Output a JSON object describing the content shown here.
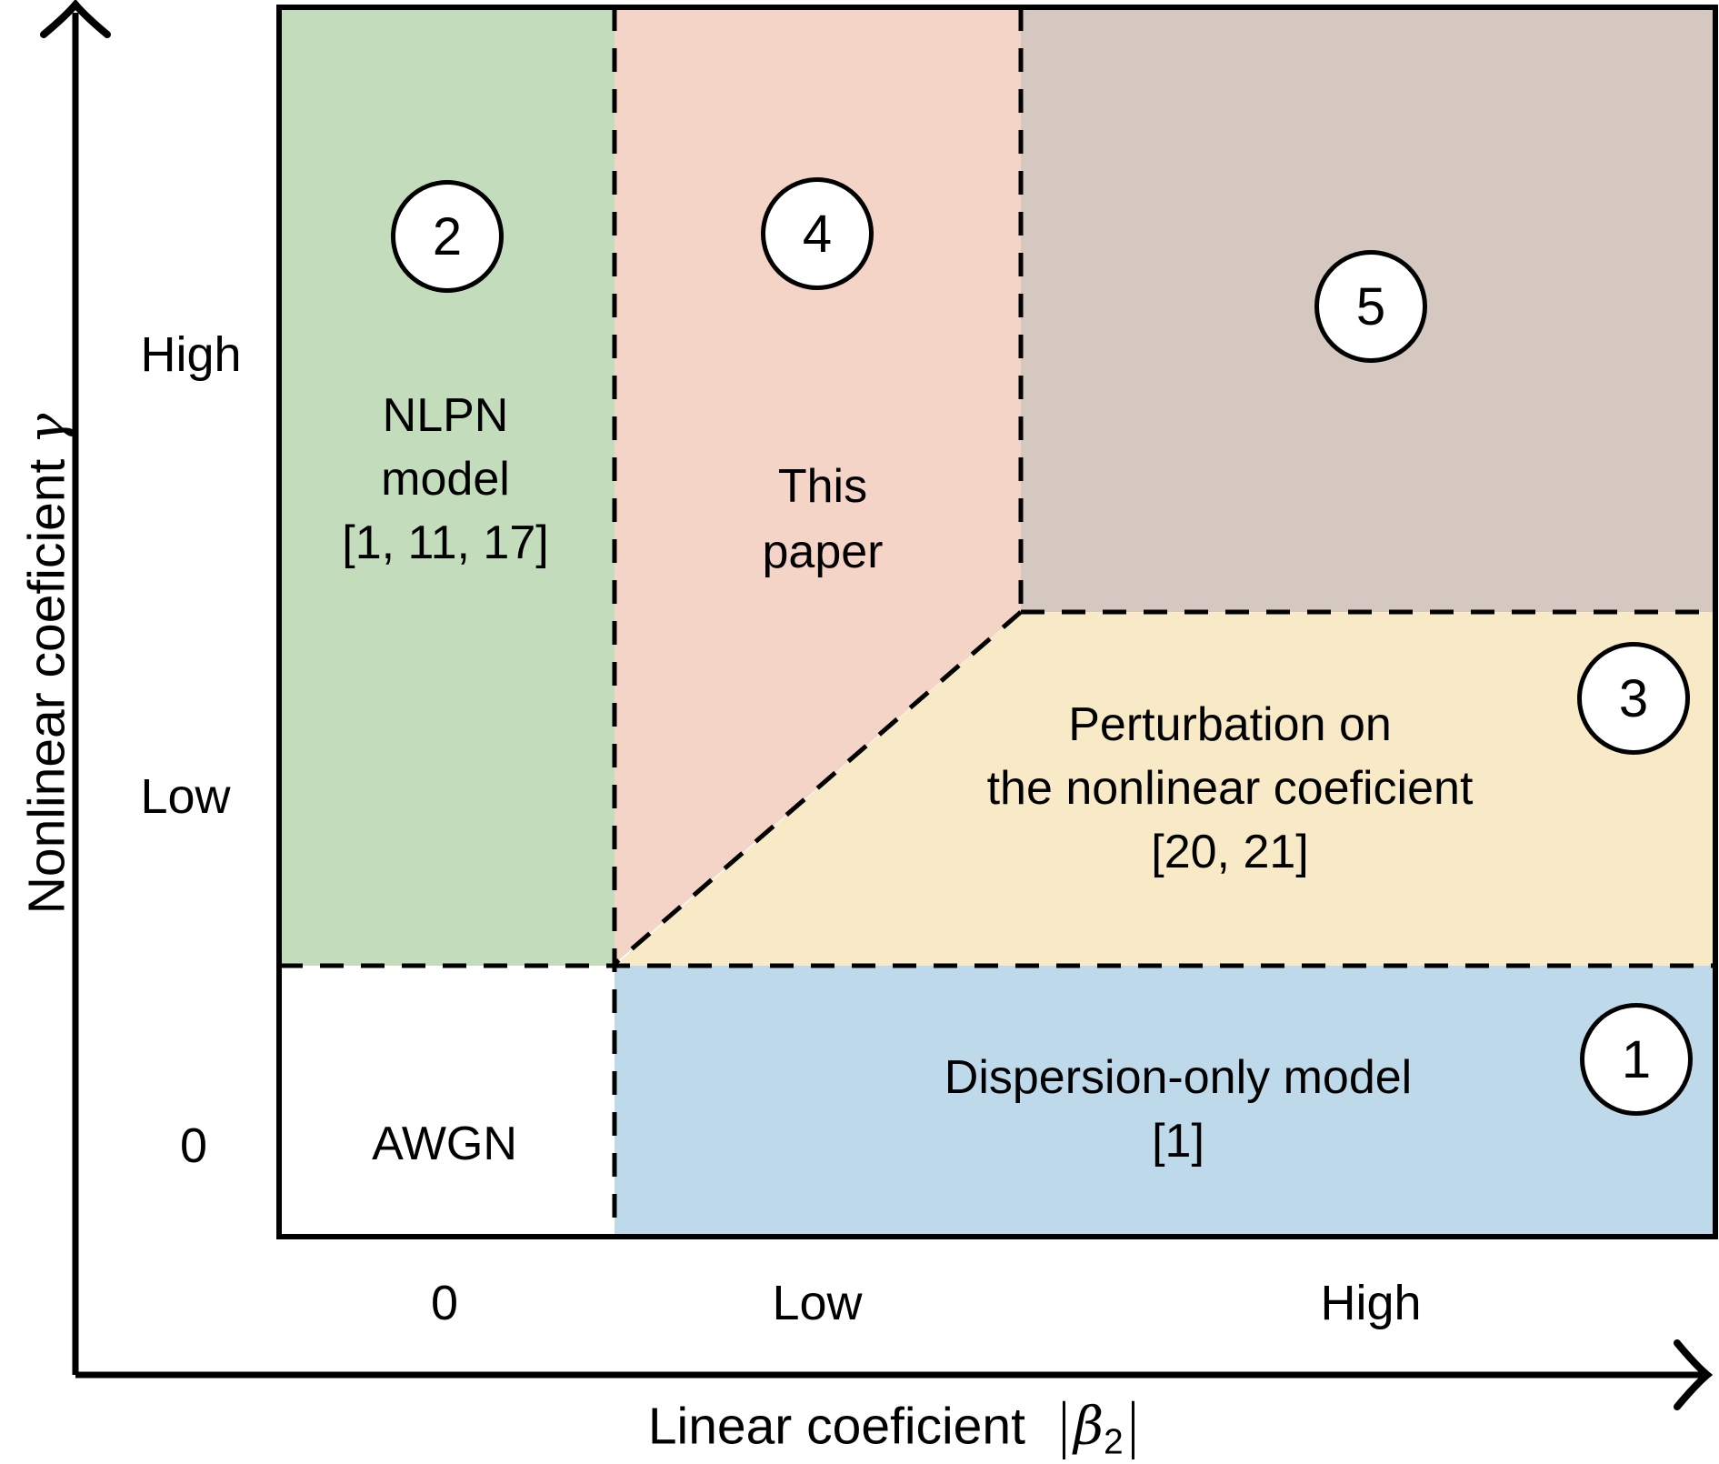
{
  "axes": {
    "x": {
      "title": "Linear coeficient",
      "symbol": "β",
      "symbol_sub": "2",
      "bar_left": "|",
      "bar_right": "|",
      "ticks": [
        "0",
        "Low",
        "High"
      ]
    },
    "y": {
      "title": "Nonlinear coeficient",
      "symbol": "γ",
      "ticks": [
        "High",
        "Low",
        "0"
      ]
    }
  },
  "regions": {
    "nlpn": {
      "lines": [
        "NLPN",
        "model",
        "[1, 11, 17]"
      ],
      "badge": "2",
      "color": "#c3ddbc"
    },
    "this_paper": {
      "lines": [
        "This",
        "paper"
      ],
      "badge": "4",
      "color": "#f4d4c6"
    },
    "high_beta_high_gamma": {
      "badge": "5",
      "color": "#d5c8c1"
    },
    "perturbation": {
      "lines": [
        "Perturbation on",
        "the nonlinear coeficient",
        "[20, 21]"
      ],
      "badge": "3",
      "color": "#f8eac7"
    },
    "dispersion_only": {
      "lines": [
        "Dispersion-only model",
        "[1]"
      ],
      "badge": "1",
      "color": "#bed9ea"
    },
    "awgn": {
      "lines": [
        "AWGN"
      ],
      "color": "#ffffff"
    }
  },
  "line_color": "#000000"
}
